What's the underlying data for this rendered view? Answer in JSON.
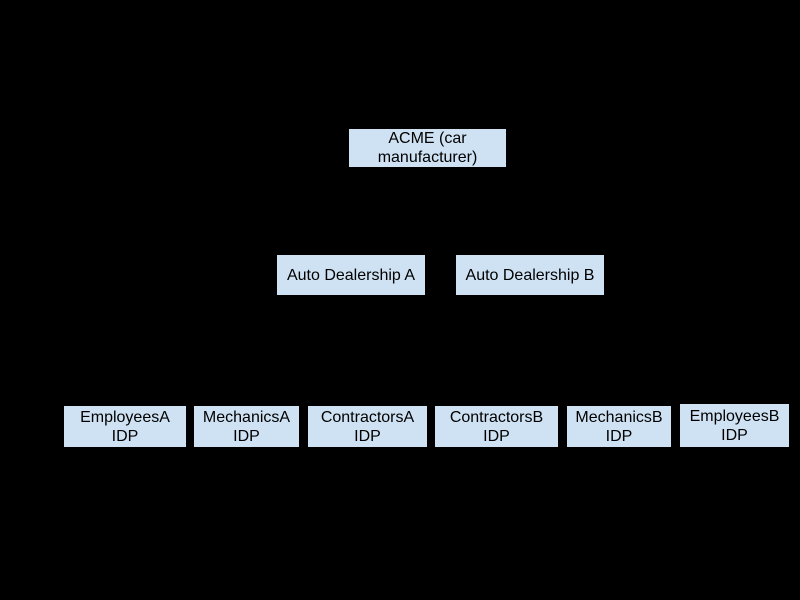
{
  "diagram": {
    "type": "hierarchy",
    "colors": {
      "background": "#000000",
      "node_fill": "#cfe2f3",
      "node_text": "#000000"
    },
    "nodes": {
      "acme": {
        "label": "ACME (car\nmanufacturer)"
      },
      "auto_dealership_a": {
        "label": "Auto Dealership A"
      },
      "auto_dealership_b": {
        "label": "Auto Dealership B"
      },
      "employees_a_idp": {
        "label": "EmployeesA\nIDP"
      },
      "mechanics_a_idp": {
        "label": "MechanicsA\nIDP"
      },
      "contractors_a_idp": {
        "label": "ContractorsA\nIDP"
      },
      "contractors_b_idp": {
        "label": "ContractorsB\nIDP"
      },
      "mechanics_b_idp": {
        "label": "MechanicsB\nIDP"
      },
      "employees_b_idp": {
        "label": "EmployeesB\nIDP"
      }
    },
    "rows": [
      [
        "acme"
      ],
      [
        "auto_dealership_a",
        "auto_dealership_b"
      ],
      [
        "employees_a_idp",
        "mechanics_a_idp",
        "contractors_a_idp",
        "contractors_b_idp",
        "mechanics_b_idp",
        "employees_b_idp"
      ]
    ]
  }
}
